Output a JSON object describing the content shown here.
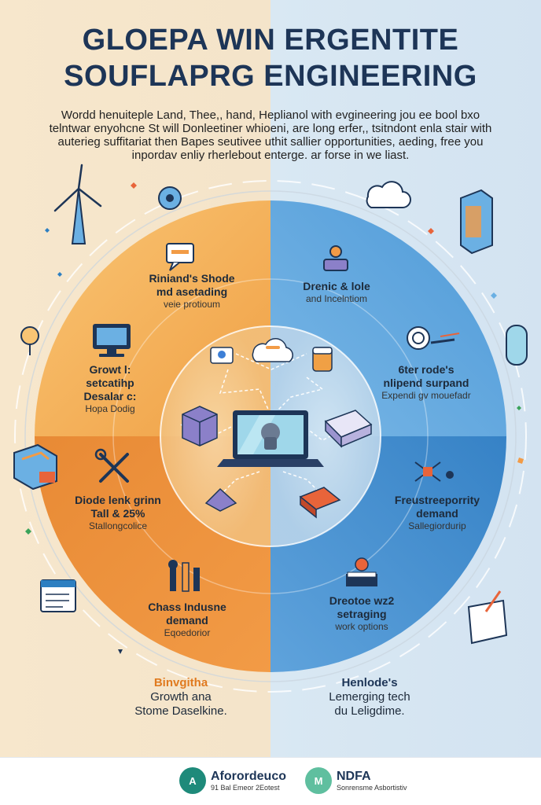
{
  "header": {
    "title_line1": "GLOEPA WIN ERGENTITE",
    "title_line2": "SOUFLAPRG ENGINEERING",
    "intro_lines": [
      "Wordd henuiteple Land,  Thee,, hand, Heplianol with evgineering jou ee bool bxo",
      "telntwar enyohcne St will Donleetiner whioeni, are long erfer,, tsitndont enla stair with",
      "auterieg suffitariat then Bapes seutivee uthit sallier opportunities, aeding, free you",
      "inpordav enliy rherlebout enterge. ar forse in we liast."
    ]
  },
  "segments": {
    "tl": {
      "h1": "Riniand's Shode",
      "h2": "md asetading",
      "s": "veie protioum"
    },
    "tr": {
      "h1": "Drenic & lole",
      "s": "and Incelntiom"
    },
    "ml": {
      "h1": "Growt l:",
      "h2": "setcatihp",
      "h3": "Desalar c:",
      "s": "Hopa Dodig"
    },
    "mr": {
      "h1": "6ter rode's",
      "h2": "nlipend surpand",
      "s": "Expendi gv mouefadr"
    },
    "ll": {
      "h1": "Diode lenk grinn",
      "h2": "Tall & 25%",
      "s": "Stallongcolice"
    },
    "lr": {
      "h1": "Freustreeporrity",
      "h2": "demand",
      "s": "Sallegiordurip"
    },
    "bl": {
      "h1": "Chass Indusne",
      "h2": "demand",
      "s": "Eqoedorior"
    },
    "br": {
      "h1": "Dreotoe wz2",
      "h2": "setraging",
      "s": "work options"
    }
  },
  "captions": {
    "left": {
      "h": "Binvgitha",
      "l2": "Growth ana",
      "l3": "Stome Daselkine."
    },
    "right": {
      "h": "Henlode's",
      "l2": "Lemerging tech",
      "l3": "du Leligdime."
    }
  },
  "footer": {
    "logo_left": {
      "badge": "A",
      "name": "Aforordeuco",
      "tag": "91 Bal Emeor 2Eotest"
    },
    "logo_right": {
      "badge": "M",
      "name": "NDFA",
      "tag": "Sonrensme Asbortistiv"
    }
  },
  "colors": {
    "orange_light": "#f7b45a",
    "orange_dark": "#e4782a",
    "blue_light": "#6bb0e3",
    "blue_dark": "#2d7fc1",
    "navy": "#1d3557"
  },
  "icons": [
    "wind-turbine-icon",
    "gear-icon",
    "cloud-icon",
    "server-icon",
    "chat-icon",
    "robot-icon",
    "monitor-icon",
    "search-icon",
    "tools-icon",
    "hexagon-icon",
    "laptop-icon",
    "drone-icon",
    "book-icon",
    "document-icon"
  ]
}
